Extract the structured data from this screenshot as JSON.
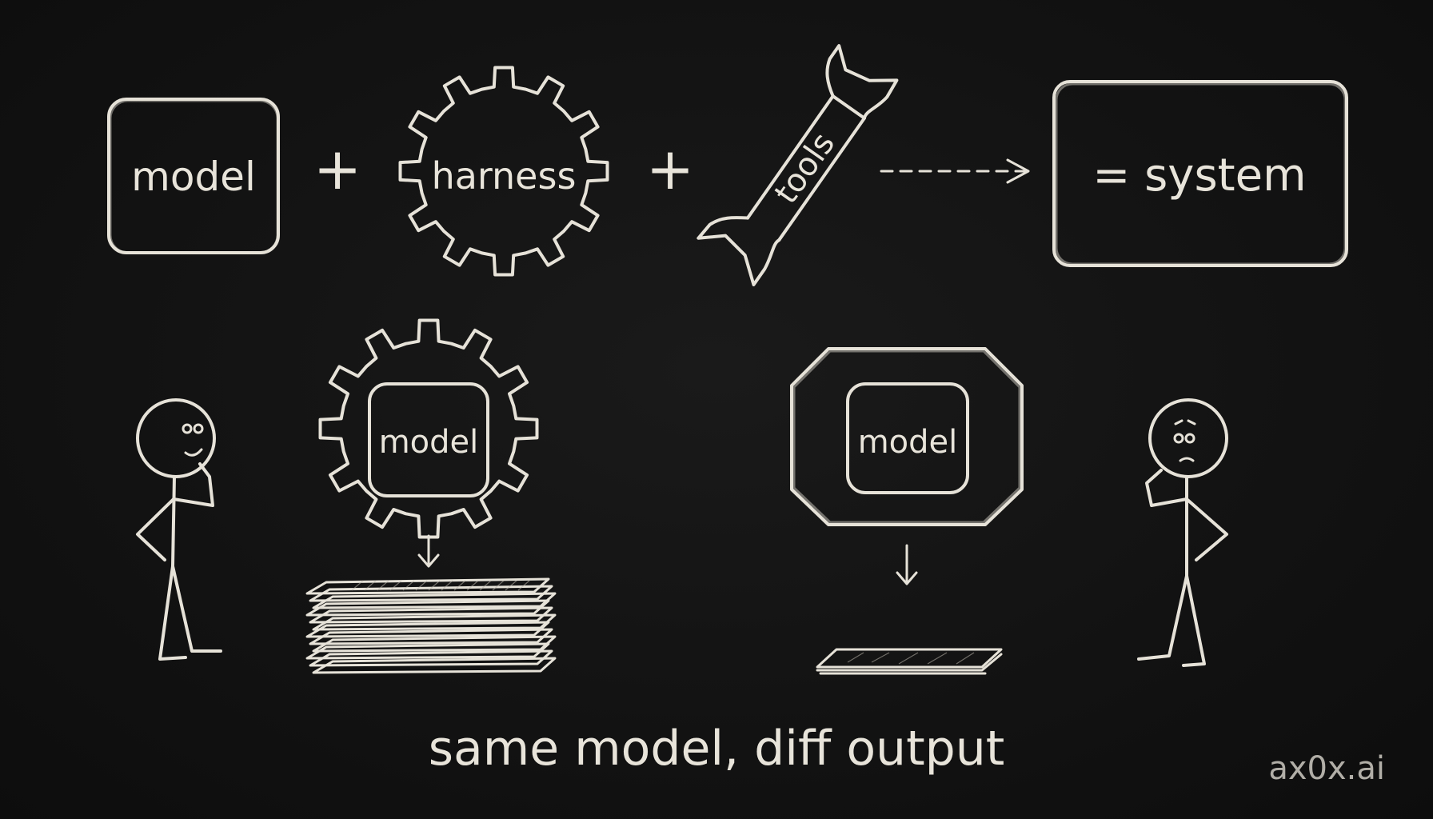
{
  "top_row": {
    "model_label": "model",
    "plus_1": "+",
    "harness_label": "harness",
    "plus_2": "+",
    "tools_label": "tools",
    "system_label": "= system"
  },
  "bottom_row": {
    "left_model_label": "model",
    "right_model_label": "model"
  },
  "caption": "same model, diff output",
  "watermark": "ax0x.ai",
  "colors": {
    "board": "#111111",
    "chalk": "#e6e2d8"
  }
}
